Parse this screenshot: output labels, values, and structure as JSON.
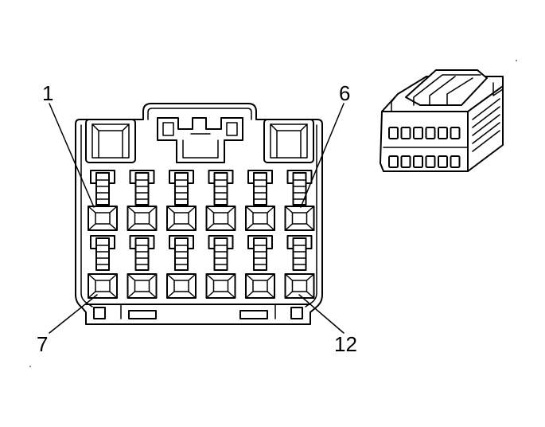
{
  "labels": {
    "pin_1": "1",
    "pin_6": "6",
    "pin_7": "7",
    "pin_12": "12"
  },
  "colors": {
    "line": "#000000",
    "background": "#ffffff"
  },
  "connector": {
    "rows": 2,
    "pins_per_row": 6
  }
}
